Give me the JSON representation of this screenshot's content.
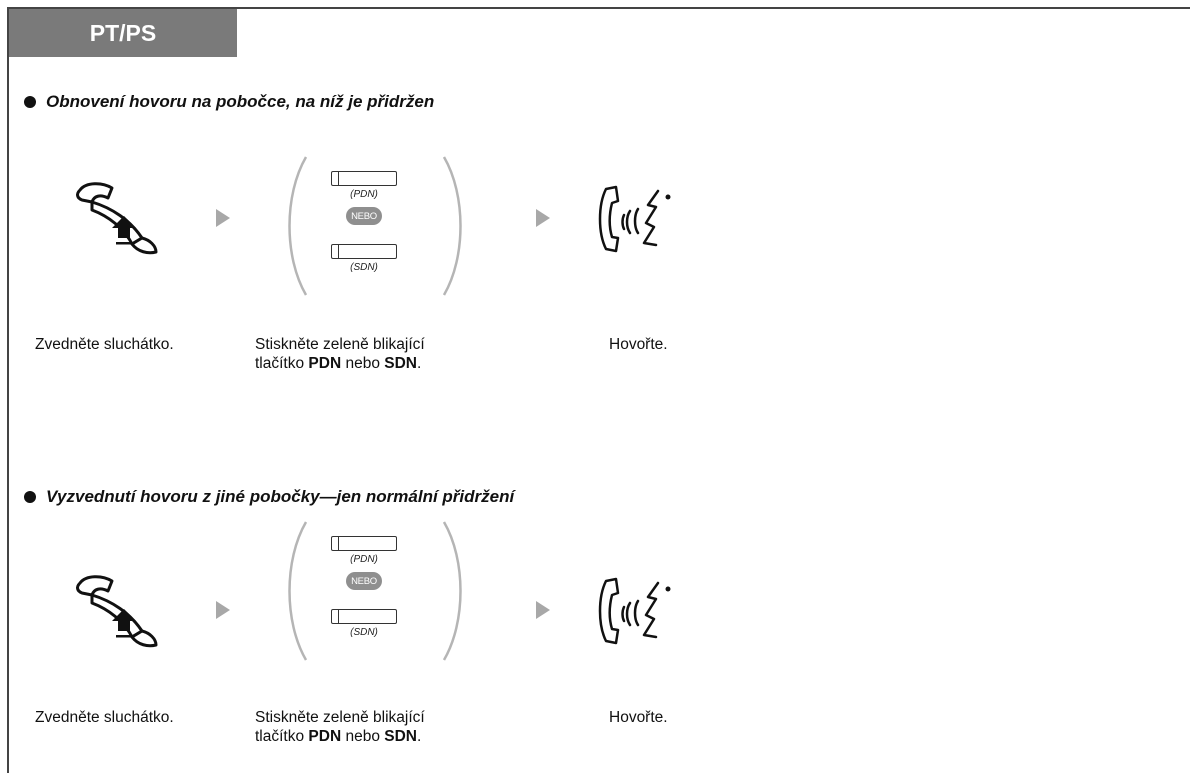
{
  "tab": {
    "label": "PT/PS"
  },
  "sections": [
    {
      "title": "Obnovení hovoru na pobočce, na níž je přidržen",
      "steps": {
        "lift": {
          "caption": "Zvedněte sluchátko."
        },
        "press": {
          "caption_line1": "Stiskněte zeleně blikající",
          "caption_prefix": "tlačítko ",
          "caption_pdn": "PDN",
          "caption_mid": " nebo ",
          "caption_sdn": "SDN",
          "caption_end": ".",
          "key_top_label": "(PDN)",
          "or_label": "NEBO",
          "key_bottom_label": "(SDN)"
        },
        "talk": {
          "caption": "Hovořte."
        }
      }
    },
    {
      "title": "Vyzvednutí hovoru z jiné pobočky—jen normální přidržení",
      "steps": {
        "lift": {
          "caption": "Zvedněte sluchátko."
        },
        "press": {
          "caption_line1": "Stiskněte zeleně blikající",
          "caption_prefix": "tlačítko ",
          "caption_pdn": "PDN",
          "caption_mid": " nebo ",
          "caption_sdn": "SDN",
          "caption_end": ".",
          "key_top_label": "(PDN)",
          "or_label": "NEBO",
          "key_bottom_label": "(SDN)"
        },
        "talk": {
          "caption": "Hovořte."
        }
      }
    }
  ],
  "icons": {
    "lift": "off-hook-handset-icon",
    "arrow": "arrow-right-icon",
    "talk": "talk-icon"
  },
  "colors": {
    "tab_bg": "#7a7a7a",
    "arrow": "#a8a8a8",
    "or_pill": "#8f8f8f"
  }
}
